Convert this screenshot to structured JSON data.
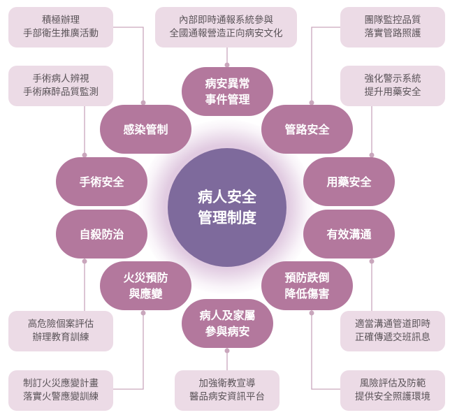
{
  "center": {
    "line1": "病人安全",
    "line2": "管理制度"
  },
  "pillars": [
    {
      "line1": "病安異常",
      "line2": "事件管理"
    },
    {
      "line1": "感染管制",
      "line2": ""
    },
    {
      "line1": "管路安全",
      "line2": ""
    },
    {
      "line1": "手術安全",
      "line2": ""
    },
    {
      "line1": "用藥安全",
      "line2": ""
    },
    {
      "line1": "自殺防治",
      "line2": ""
    },
    {
      "line1": "有效溝通",
      "line2": ""
    },
    {
      "line1": "火災預防",
      "line2": "與應變"
    },
    {
      "line1": "預防跌倒",
      "line2": "降低傷害"
    },
    {
      "line1": "病人及家屬",
      "line2": "參與病安"
    }
  ],
  "notes": [
    {
      "line1": "內部即時通報系統參與",
      "line2": "全國通報營造正向病安文化"
    },
    {
      "line1": "積極辦理",
      "line2": "手部衛生推廣活動"
    },
    {
      "line1": "團隊監控品質",
      "line2": "落實管路照護"
    },
    {
      "line1": "手術病人辨視",
      "line2": "手術麻醉品質監測"
    },
    {
      "line1": "強化警示系統",
      "line2": "提升用藥安全"
    },
    {
      "line1": "高危險個案評估",
      "line2": "辦理教育訓練"
    },
    {
      "line1": "適當溝通管道即時",
      "line2": "正確傳遞交班訊息"
    },
    {
      "line1": "制訂火災應變計畫",
      "line2": "落實火警應變訓練"
    },
    {
      "line1": "風險評估及防範",
      "line2": "提供安全照護環境"
    },
    {
      "line1": "加強衛教宣導",
      "line2": "醫品病安資訊平台"
    }
  ],
  "colors": {
    "pill": "#b3789d",
    "note": "#ecdbe6",
    "center": "#7e6a9c",
    "line": "#c9a6bc"
  }
}
